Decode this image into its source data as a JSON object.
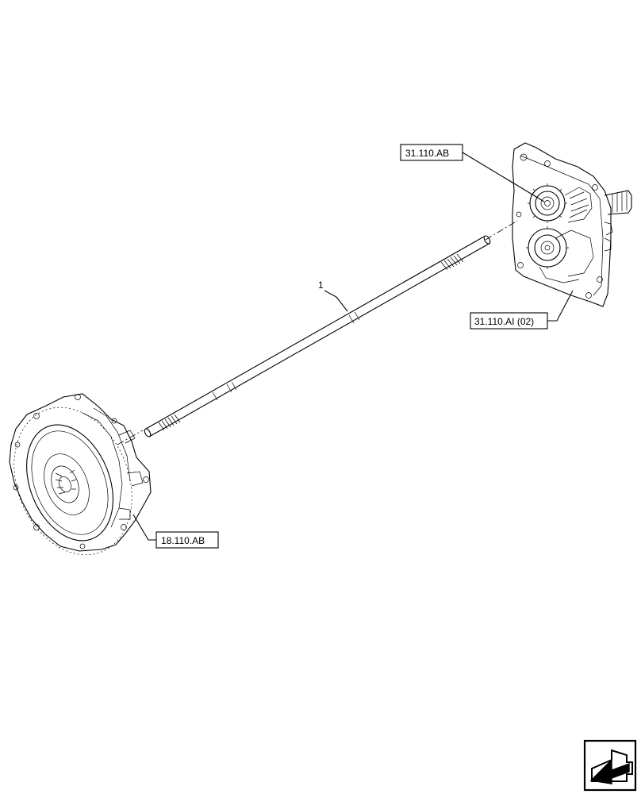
{
  "callouts": {
    "item_1": "1",
    "ref_top_right": "31.110.AB",
    "ref_right": "31.110.AI (02)",
    "ref_bottom_left": "18.110.AB"
  },
  "icons": {
    "corner_nav": "next-page-arrow-icon"
  }
}
